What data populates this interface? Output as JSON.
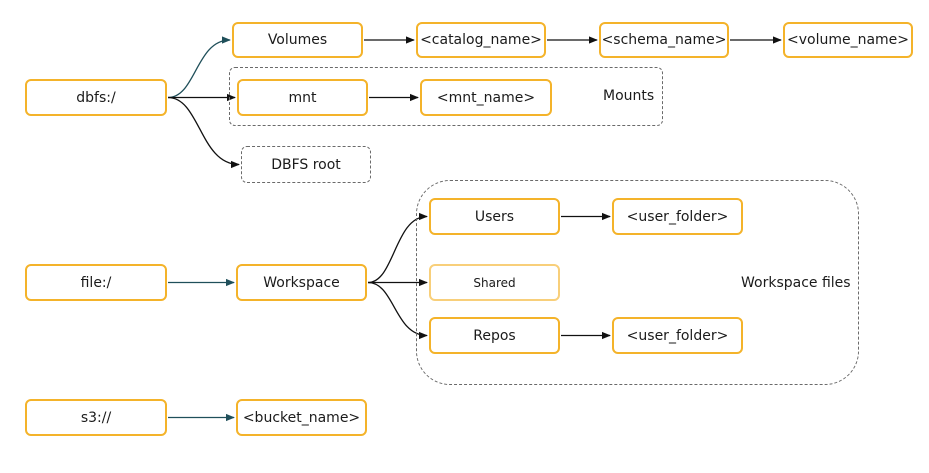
{
  "nodes": {
    "dbfs": "dbfs:/",
    "volumes": "Volumes",
    "catalog_name": "<catalog_name>",
    "schema_name": "<schema_name>",
    "volume_name": "<volume_name>",
    "mnt": "mnt",
    "mnt_name": "<mnt_name>",
    "dbfs_root": "DBFS root",
    "file": "file:/",
    "workspace": "Workspace",
    "users": "Users",
    "users_folder": "<user_folder>",
    "shared": "Shared",
    "repos": "Repos",
    "repos_folder": "<user_folder>",
    "s3": "s3://",
    "bucket_name": "<bucket_name>"
  },
  "groups": {
    "mounts_label": "Mounts",
    "workspace_files_label": "Workspace files"
  },
  "colors": {
    "node_border": "#f4b32a",
    "node_border_light": "#f8cf7a",
    "arrow_teal": "#1f4f5a",
    "arrow_black": "#111111",
    "dashed_border": "#6a6a6a"
  },
  "edges": [
    [
      "dbfs",
      "volumes",
      "teal"
    ],
    [
      "dbfs",
      "mnt",
      "black"
    ],
    [
      "dbfs",
      "dbfs_root",
      "black"
    ],
    [
      "volumes",
      "catalog_name",
      "black"
    ],
    [
      "catalog_name",
      "schema_name",
      "black"
    ],
    [
      "schema_name",
      "volume_name",
      "black"
    ],
    [
      "mnt",
      "mnt_name",
      "black"
    ],
    [
      "file",
      "workspace",
      "teal"
    ],
    [
      "workspace",
      "users",
      "black"
    ],
    [
      "workspace",
      "shared",
      "black"
    ],
    [
      "workspace",
      "repos",
      "black"
    ],
    [
      "users",
      "users_folder",
      "black"
    ],
    [
      "repos",
      "repos_folder",
      "black"
    ],
    [
      "s3",
      "bucket_name",
      "teal"
    ]
  ]
}
